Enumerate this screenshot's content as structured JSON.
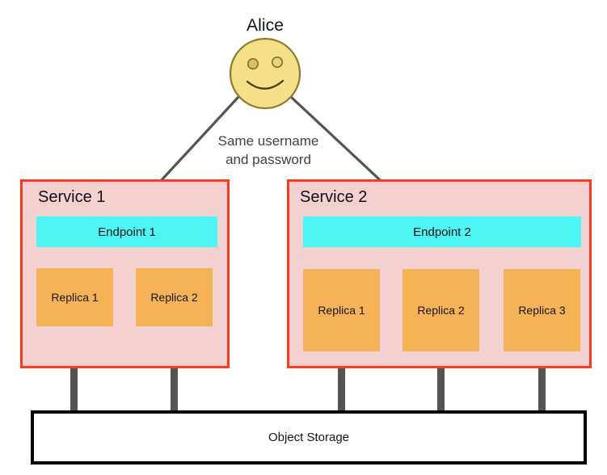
{
  "diagram": {
    "title_text": "Alice",
    "actor": {
      "name": "Alice",
      "icon": "smiley-face-icon",
      "face_fill": "#F5E08A",
      "face_stroke": "#8C7A2E"
    },
    "connection_caption": {
      "line1": "Same username",
      "line2": "and password",
      "color": "#404048"
    },
    "arrows": [
      {
        "name": "alice-to-endpoint-1",
        "from": "Alice",
        "to": "Endpoint 1",
        "color": "#545454"
      },
      {
        "name": "alice-to-endpoint-2",
        "from": "Alice",
        "to": "Endpoint 2",
        "color": "#545454"
      }
    ],
    "services": [
      {
        "id": "service-1",
        "title": "Service 1",
        "border_color": "#FB3B1E",
        "fill_color": "#F2D1D0",
        "endpoint": {
          "label": "Endpoint 1",
          "color": "#4DF5F5"
        },
        "replicas": [
          {
            "label": "Replica 1"
          },
          {
            "label": "Replica 2"
          }
        ]
      },
      {
        "id": "service-2",
        "title": "Service 2",
        "border_color": "#FB3B1E",
        "fill_color": "#F2D1D0",
        "endpoint": {
          "label": "Endpoint 2",
          "color": "#4DF5F5"
        },
        "replicas": [
          {
            "label": "Replica 1"
          },
          {
            "label": "Replica 2"
          },
          {
            "label": "Replica 3"
          }
        ]
      }
    ],
    "storage": {
      "label": "Object Storage",
      "border_color": "#000000",
      "fill_color": "#FFFFFF"
    },
    "replica_color": "#F5B256",
    "connector_color": "#545454"
  }
}
